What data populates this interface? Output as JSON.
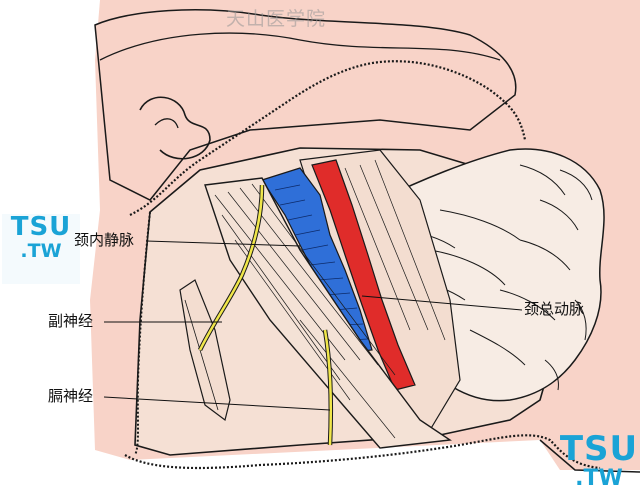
{
  "watermark_top": "天山医学院",
  "logos": {
    "left": {
      "line1": "TSU",
      "line2": ".TW"
    },
    "right": {
      "line1": "TSU",
      "line2": ".TW"
    }
  },
  "labels": {
    "internal_jugular_vein": "颈内静脉",
    "accessory_nerve": "副神经",
    "phrenic_nerve": "膈神经",
    "common_carotid_artery": "颈总动脉"
  },
  "colors": {
    "skin": "#f8d3c8",
    "muscle": "#f5e0d4",
    "vein": "#2f6fd8",
    "artery": "#e02c2a",
    "nerve": "#f0e64a",
    "outline": "#1a1a1a"
  }
}
